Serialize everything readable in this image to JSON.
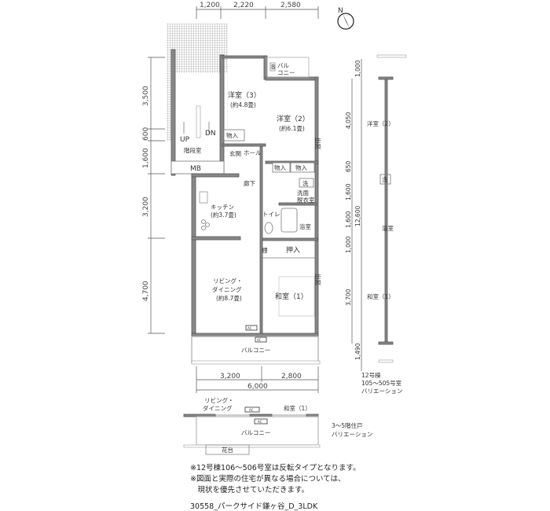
{
  "compass": {
    "label": "N"
  },
  "top_dims": [
    "1,200",
    "2,220",
    "2,580"
  ],
  "left_dims": [
    "3,500",
    "600",
    "1,600",
    "3,200",
    "4,700"
  ],
  "bottom_dims": {
    "parts": [
      "3,200",
      "2,800"
    ],
    "total": "6,000"
  },
  "rooms": {
    "western3": {
      "name": "洋室（3）",
      "size": "(約4.8畳)"
    },
    "western2": {
      "name": "洋室（2）",
      "size": "(約6.1畳)"
    },
    "small_balcony": {
      "line1": "バル",
      "line2": "コニー",
      "b": "B"
    },
    "stair": {
      "name": "階段室",
      "up": "UP",
      "dn": "DN"
    },
    "mb": "MB",
    "storage": "物入",
    "storage2": "物入",
    "storage3": "物入",
    "entrance": "玄関",
    "hall": "ホール",
    "corridor": "廊下",
    "kitchen": {
      "name": "キッチン",
      "size": "(約3.7畳)"
    },
    "washroom": {
      "line1": "洗面",
      "line2": "脱衣室",
      "basin": "洗"
    },
    "toilet": "トイレ",
    "bath": "浴室",
    "closet": "押入",
    "shelf": "棚",
    "exit": "出窓",
    "living": {
      "line1": "リビング・",
      "line2": "ダイニング",
      "size": "(約8.7畳)"
    },
    "japanese1": {
      "name": "和室（1）"
    },
    "ac": "AC",
    "balcony": "バルコニー"
  },
  "variation_right": {
    "dims": [
      "1,000",
      "4,050",
      "650",
      "1,600",
      "1,600",
      "1,000",
      "3,700",
      "1,490"
    ],
    "total": "12,600",
    "rooms": {
      "western2": "洋室（2）",
      "basin": "洗",
      "bath": "浴室",
      "japanese1": "和室（1）"
    },
    "caption": [
      "12号棟",
      "105～505号室",
      "バリエーション"
    ]
  },
  "variation_bottom": {
    "living": [
      "リビング・",
      "ダイニング"
    ],
    "japanese1": "和室（1）",
    "balcony": "バルコニー",
    "planter": "花台",
    "ac": "AC",
    "caption": [
      "3～5階住戸",
      "バリエーション"
    ]
  },
  "notes": [
    "※12号棟106～506号室は反転タイプとなります。",
    "※図面と実際の住宅が異なる場合については、",
    "　現状を優先させていただきます。"
  ],
  "footer": "30558_パークサイド鎌ヶ谷_D_3LDK"
}
